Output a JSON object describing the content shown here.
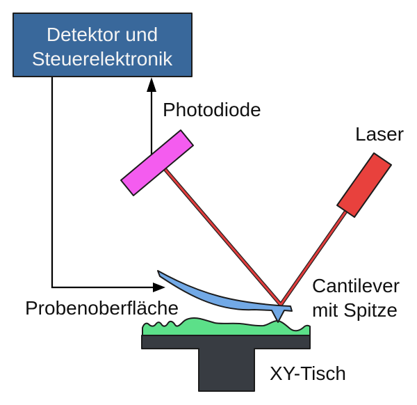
{
  "diagram": {
    "detector_box": {
      "line1": "Detektor und",
      "line2": "Steuerelektronik"
    },
    "labels": {
      "photodiode": "Photodiode",
      "laser": "Laser",
      "cantilever_line1": "Cantilever",
      "cantilever_line2": "mit Spitze",
      "sample_surface": "Probenoberfläche",
      "xy_stage": "XY-Tisch"
    },
    "colors": {
      "detector_box_fill": "#39689B",
      "detector_box_text": "#F4F4F4",
      "photodiode_fill": "#F45CEF",
      "laser_fill": "#E8413D",
      "beam_core": "#E23C3C",
      "beam_edge": "#2B2222",
      "cantilever_fill": "#72A9E6",
      "sample_fill": "#5CE089",
      "stage_fill": "#383C42",
      "wire": "#000000",
      "label_text": "#111111",
      "background": "#FFFFFF"
    }
  }
}
